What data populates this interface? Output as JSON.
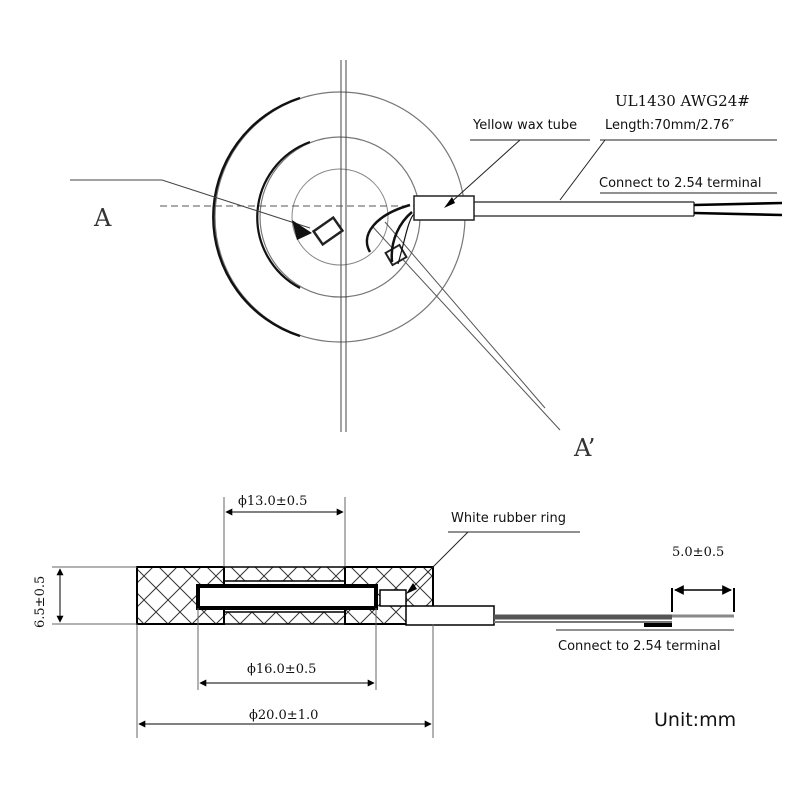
{
  "top_view": {
    "cable_spec": "UL1430 AWG24#",
    "yellow_wax_tube": "Yellow wax tube",
    "length": "Length:70mm/2.76″",
    "connect_terminal": "Connect to 2.54 terminal",
    "section_a": "A",
    "section_a_prime": "A’"
  },
  "side_view": {
    "dim_inner_top": "ϕ13.0±0.5",
    "dim_inner_bottom": "ϕ16.0±0.5",
    "dim_outer": "ϕ20.0±1.0",
    "dim_height": "6.5±0.5",
    "dim_strip": "5.0±0.5",
    "white_rubber_ring": "White rubber ring",
    "connect_terminal": "Connect to 2.54 terminal",
    "unit": "Unit:mm"
  }
}
